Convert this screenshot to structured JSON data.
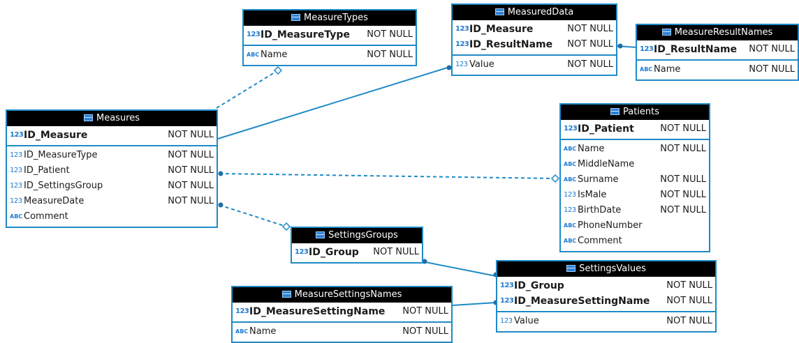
{
  "tables": {
    "measures": {
      "name": "Measures",
      "pk_fields": [
        {
          "name": "ID_Measure",
          "type_icon": "123",
          "null": "NOT NULL"
        }
      ],
      "fields": [
        {
          "name": "ID_MeasureType",
          "type_icon": "123",
          "null": "NOT NULL"
        },
        {
          "name": "ID_Patient",
          "type_icon": "123",
          "null": "NOT NULL"
        },
        {
          "name": "ID_SettingsGroup",
          "type_icon": "123",
          "null": "NOT NULL"
        },
        {
          "name": "MeasureDate",
          "type_icon": "123",
          "null": "NOT NULL"
        },
        {
          "name": "Comment",
          "type_icon": "ABC",
          "null": ""
        }
      ]
    },
    "measure_types": {
      "name": "MeasureTypes",
      "pk_fields": [
        {
          "name": "ID_MeasureType",
          "type_icon": "123",
          "null": "NOT NULL"
        }
      ],
      "fields": [
        {
          "name": "Name",
          "type_icon": "ABC",
          "null": "NOT NULL"
        }
      ]
    },
    "measured_data": {
      "name": "MeasuredData",
      "pk_fields": [
        {
          "name": "ID_Measure",
          "type_icon": "123",
          "null": "NOT NULL"
        },
        {
          "name": "ID_ResultName",
          "type_icon": "123",
          "null": "NOT NULL"
        }
      ],
      "fields": [
        {
          "name": "Value",
          "type_icon": "123",
          "null": "NOT NULL"
        }
      ]
    },
    "measure_result_names": {
      "name": "MeasureResultNames",
      "pk_fields": [
        {
          "name": "ID_ResultName",
          "type_icon": "123",
          "null": "NOT NULL"
        }
      ],
      "fields": [
        {
          "name": "Name",
          "type_icon": "ABC",
          "null": "NOT NULL"
        }
      ]
    },
    "patients": {
      "name": "Patients",
      "pk_fields": [
        {
          "name": "ID_Patient",
          "type_icon": "123",
          "null": "NOT NULL"
        }
      ],
      "fields": [
        {
          "name": "Name",
          "type_icon": "ABC",
          "null": "NOT NULL"
        },
        {
          "name": "MiddleName",
          "type_icon": "ABC",
          "null": ""
        },
        {
          "name": "Surname",
          "type_icon": "ABC",
          "null": "NOT NULL"
        },
        {
          "name": "IsMale",
          "type_icon": "123",
          "null": "NOT NULL"
        },
        {
          "name": "BirthDate",
          "type_icon": "123",
          "null": "NOT NULL"
        },
        {
          "name": "PhoneNumber",
          "type_icon": "ABC",
          "null": ""
        },
        {
          "name": "Comment",
          "type_icon": "ABC",
          "null": ""
        }
      ]
    },
    "settings_groups": {
      "name": "SettingsGroups",
      "pk_fields": [
        {
          "name": "ID_Group",
          "type_icon": "123",
          "null": "NOT NULL"
        }
      ],
      "fields": []
    },
    "settings_values": {
      "name": "SettingsValues",
      "pk_fields": [
        {
          "name": "ID_Group",
          "type_icon": "123",
          "null": "NOT NULL"
        },
        {
          "name": "ID_MeasureSettingName",
          "type_icon": "123",
          "null": "NOT NULL"
        }
      ],
      "fields": [
        {
          "name": "Value",
          "type_icon": "123",
          "null": "NOT NULL"
        }
      ]
    },
    "measure_settings_names": {
      "name": "MeasureSettingsNames",
      "pk_fields": [
        {
          "name": "ID_MeasureSettingName",
          "type_icon": "123",
          "null": "NOT NULL"
        }
      ],
      "fields": [
        {
          "name": "Name",
          "type_icon": "ABC",
          "null": "NOT NULL"
        }
      ]
    }
  },
  "relationships": [
    {
      "from": "measures",
      "to": "measure_types",
      "style": "dashed"
    },
    {
      "from": "measures",
      "to": "measured_data",
      "style": "solid"
    },
    {
      "from": "measured_data",
      "to": "measure_result_names",
      "style": "solid"
    },
    {
      "from": "measures",
      "to": "patients",
      "style": "dashed"
    },
    {
      "from": "measures",
      "to": "settings_groups",
      "style": "dashed"
    },
    {
      "from": "settings_groups",
      "to": "settings_values",
      "style": "solid"
    },
    {
      "from": "measure_settings_names",
      "to": "settings_values",
      "style": "solid"
    }
  ],
  "colors": {
    "accent": "#1e8ac6",
    "header_bg": "#000000",
    "type_icon": "#1e7ad0"
  }
}
